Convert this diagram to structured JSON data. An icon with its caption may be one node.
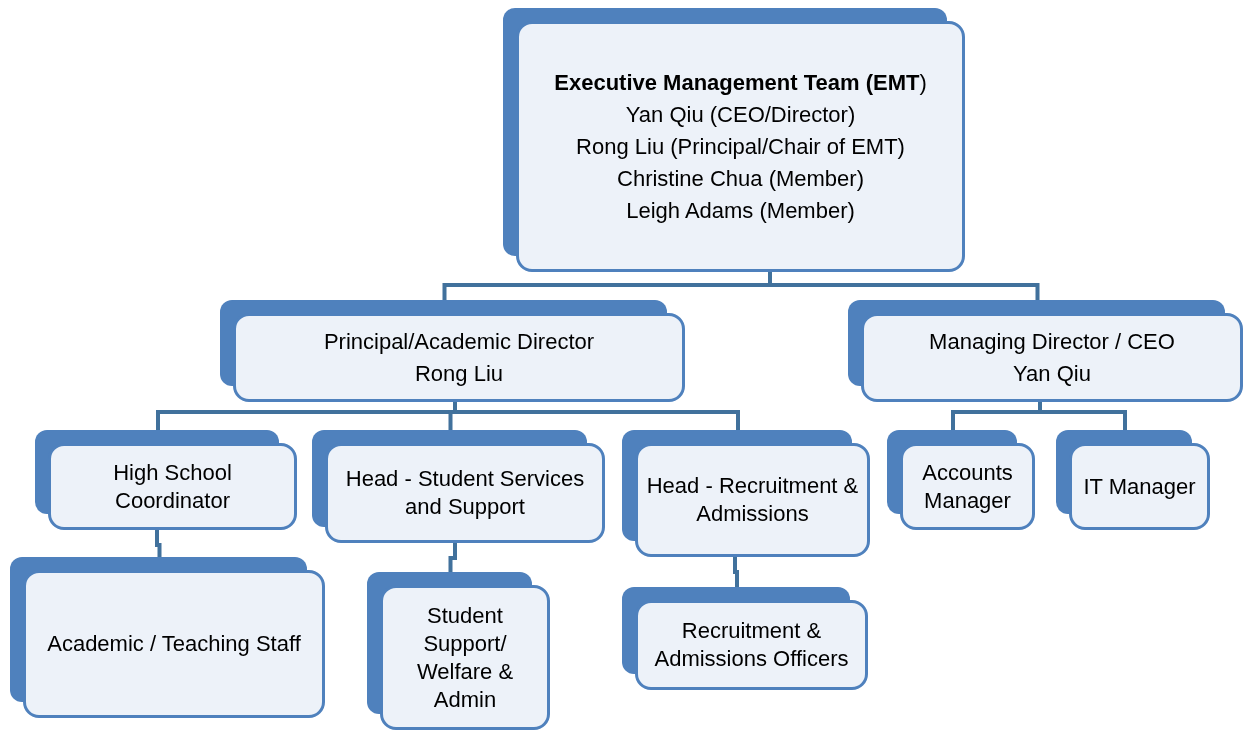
{
  "diagram": {
    "nodes": [
      {
        "text": [
          "**Executive Management Team (EMT**)",
          "Yan Qiu (CEO/Director)",
          "Rong Liu (Principal/Chair of EMT)",
          "Christine Chua (Member)",
          "Leigh Adams (Member)"
        ]
      },
      {
        "text": [
          "Principal/Academic Director",
          "Rong Liu"
        ]
      },
      {
        "text": [
          "Managing Director / CEO",
          "Yan Qiu"
        ]
      },
      {
        "text": [
          "High School Coordinator"
        ]
      },
      {
        "text": [
          "Head - Student Services and Support"
        ]
      },
      {
        "text": [
          "Head - Recruitment & Admissions"
        ]
      },
      {
        "text": [
          "Accounts Manager"
        ]
      },
      {
        "text": [
          "IT Manager"
        ]
      },
      {
        "text": [
          "Academic / Teaching Staff"
        ]
      },
      {
        "text": [
          "Student Support/ Welfare & Admin"
        ]
      },
      {
        "text": [
          "Recruitment & Admissions Officers"
        ]
      }
    ],
    "edges": [
      {
        "from": 0,
        "to": 1,
        "arrow": "none"
      },
      {
        "from": 0,
        "to": 2,
        "arrow": "none"
      },
      {
        "from": 1,
        "to": 3,
        "arrow": "none"
      },
      {
        "from": 1,
        "to": 4,
        "arrow": "none"
      },
      {
        "from": 1,
        "to": 5,
        "arrow": "none"
      },
      {
        "from": 2,
        "to": 6,
        "arrow": "none"
      },
      {
        "from": 2,
        "to": 7,
        "arrow": "none"
      },
      {
        "from": 3,
        "to": 8,
        "arrow": "none"
      },
      {
        "from": 4,
        "to": 9,
        "arrow": "none"
      },
      {
        "from": 5,
        "to": 10,
        "arrow": "none"
      }
    ]
  }
}
